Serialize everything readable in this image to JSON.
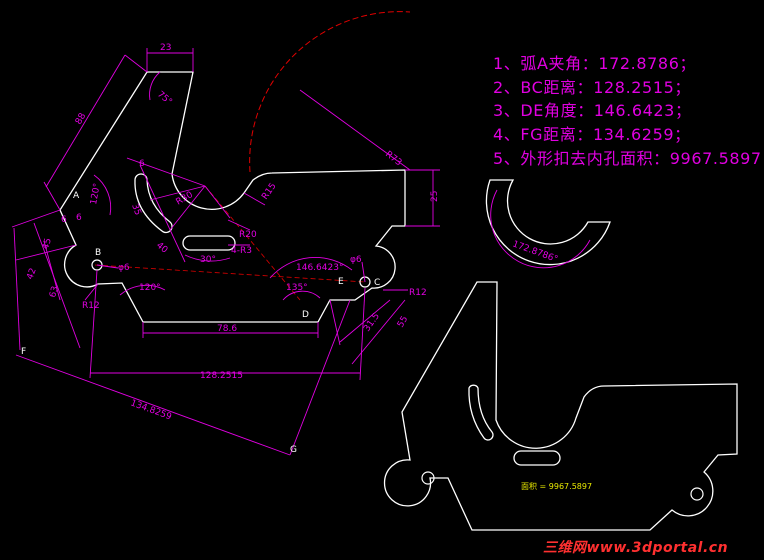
{
  "results": {
    "line1": "1、弧A夹角：172.8786；",
    "line2": "2、BC距离：128.2515；",
    "line3": "3、DE角度：146.6423；",
    "line4": "4、FG距离：134.6259；",
    "line5": "5、外形扣去内孔面积：9967.5897"
  },
  "dims": {
    "d23": "23",
    "d75": "75°",
    "d88": "88",
    "d6a": "6",
    "d120a": "120°",
    "d6b": "6",
    "d6c": "6",
    "d35": "35",
    "d40": "40",
    "d45": "45",
    "r30": "R30",
    "d42": "42",
    "d30": "30°",
    "r15": "R15",
    "r20": "R20",
    "r3": "4-R3",
    "r73": "R73",
    "d25": "25",
    "phi6a": "φ6",
    "phi6b": "φ6",
    "r12a": "R12",
    "r12b": "R12",
    "d63": "63",
    "d120b": "120°",
    "d135": "135°",
    "d78": "78.6",
    "d146": "146.6423°",
    "d55": "55",
    "d31": "31.5",
    "d128": "128.2515",
    "d134": "134.8259",
    "lbl_a": "A",
    "lbl_b": "B",
    "lbl_c": "C",
    "lbl_d": "D",
    "lbl_e": "E",
    "lbl_f": "F",
    "lbl_g": "G",
    "arc_label": "172.8786°",
    "area_label": "面积 = 9967.5897"
  },
  "watermark": "三维网www.3dportal.cn",
  "colors": {
    "background": "#000000",
    "geometry": "#ffffff",
    "dimension": "#e100e1",
    "construction": "#e00000",
    "watermark": "#ff3030"
  }
}
